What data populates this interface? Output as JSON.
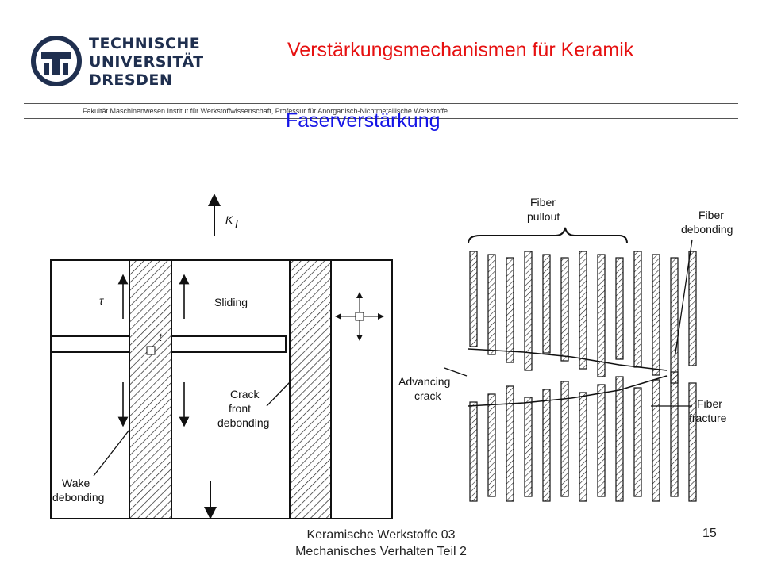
{
  "header": {
    "logo_lines": [
      "TECHNISCHE",
      "UNIVERSITÄT",
      "DRESDEN"
    ],
    "title": "Verstärkungsmechanismen für Keramik",
    "subtitle": "Faserverstärkung",
    "faculty_line": "Fakultät Maschinenwesen Institut für Werkstoffwissenschaft, Professur für Anorganisch-Nichtmetallische Werkstoffe"
  },
  "figure": {
    "left_panel": {
      "k_label": "K",
      "k_sub": "I",
      "tau_label": "τ",
      "t_label": "t",
      "sliding": "Sliding",
      "crack_front": [
        "Crack",
        "front",
        "debonding"
      ],
      "wake": [
        "Wake",
        "debonding"
      ]
    },
    "right_panel": {
      "fiber_pullout": [
        "Fiber",
        "pullout"
      ],
      "fiber_debonding": [
        "Fiber",
        "debonding"
      ],
      "advancing_crack": [
        "Advancing",
        "crack"
      ],
      "fiber_fracture": [
        "Fiber",
        "fracture"
      ]
    }
  },
  "footer": {
    "line1": "Keramische Werkstoffe 03",
    "line2": "Mechanisches Verhalten Teil 2",
    "page": "15"
  }
}
